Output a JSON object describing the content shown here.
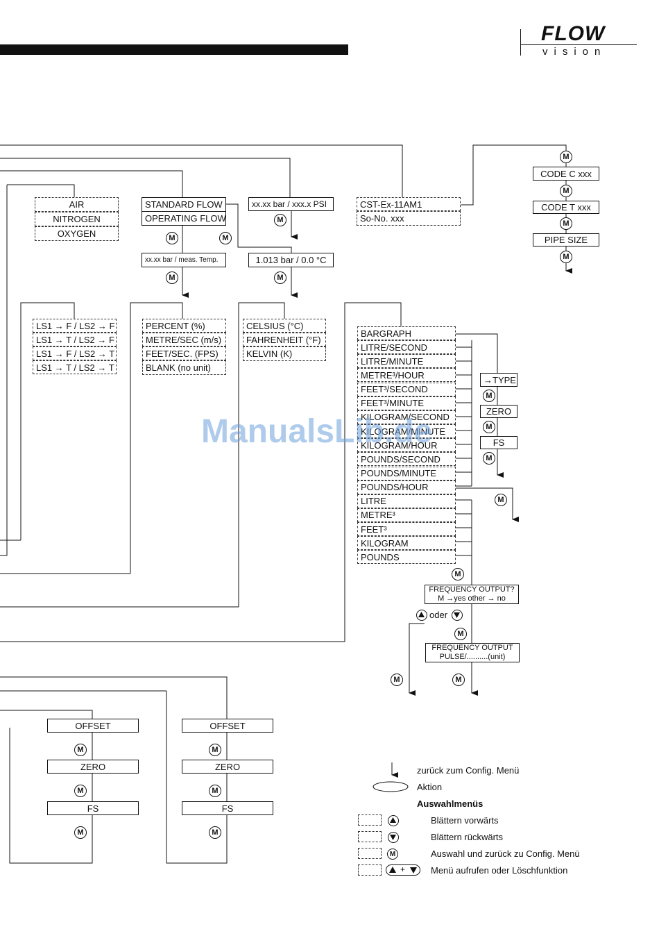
{
  "brand": {
    "flow": "FLOW",
    "vision": "vision",
    "accent": "#000000"
  },
  "watermark": "ManualsLib.de",
  "gas_list": [
    "AIR",
    "NITROGEN",
    "OXYGEN"
  ],
  "flow_mode": [
    "STANDARD FLOW",
    "OPERATING FLOW"
  ],
  "meas_temp": "xx.xx bar / meas. Temp.",
  "pressure_box": "xx.xx bar / xxx.x PSI",
  "ref_box": "1.013 bar / 0.0 °C",
  "cert": [
    "CST-Ex-11AM1",
    "So-No. xxx"
  ],
  "code_menu": [
    "CODE C xxx",
    "CODE T xxx",
    "PIPE SIZE"
  ],
  "ls_list": [
    "LS1 → F / LS2 → F",
    "LS1 → T / LS2 → F",
    "LS1 → F / LS2 → T",
    "LS1 → T / LS2 → T"
  ],
  "units_list": [
    "PERCENT (%)",
    "METRE/SEC (m/s)",
    "FEET/SEC. (FPS)",
    "BLANK (no unit)"
  ],
  "temp_list": [
    "CELSIUS (°C)",
    "FAHRENHEIT (°F)",
    "KELVIN (K)"
  ],
  "flow_units": {
    "bargraph": "BARGRAPH",
    "rate": [
      "LITRE/SECOND",
      "LITRE/MINUTE",
      "METRE³/HOUR",
      "FEET³/SECOND",
      "FEET³/MINUTE",
      "KILOGRAM/SECOND",
      "KILOGRAM/MINUTE",
      "KILOGRAM/HOUR",
      "POUNDS/SECOND",
      "POUNDS/MINUTE",
      "POUNDS/HOUR"
    ],
    "total": [
      "LITRE",
      "METRE³",
      "FEET³",
      "KILOGRAM",
      "POUNDS"
    ]
  },
  "type_menu": [
    "→TYPE",
    "ZERO",
    "FS"
  ],
  "freq_output": {
    "line1": "FREQUENCY OUTPUT?",
    "line2": "M →yes  other → no"
  },
  "oder": "oder",
  "freq_pulse": {
    "line1": "FREQUENCY OUTPUT",
    "line2": "PULSE/..........(unit)"
  },
  "offset_menu_a": [
    "OFFSET",
    "ZERO",
    "FS"
  ],
  "offset_menu_b": [
    "OFFSET",
    "ZERO",
    "FS"
  ],
  "m_label": "M",
  "legend": {
    "back": "zurück zum Config. Menü",
    "action": "Aktion",
    "heading": "Auswahlmenüs",
    "forward": "Blättern vorwärts",
    "backward": "Blättern rückwärts",
    "select": "Auswahl und zurück zu Config. Menü",
    "combo": "Menü aufrufen oder Löschfunktion",
    "plus": "+"
  }
}
